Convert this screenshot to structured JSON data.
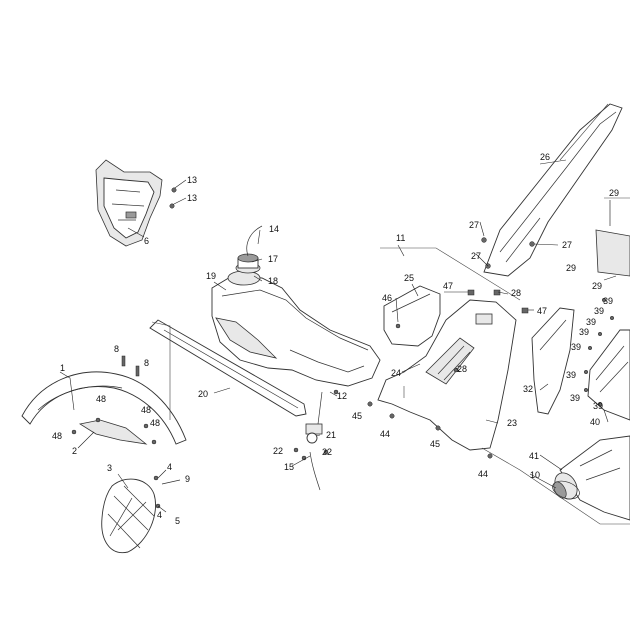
{
  "callouts": {
    "c1": "1",
    "c2": "2",
    "c3": "3",
    "c4a": "4",
    "c4b": "4",
    "c5": "5",
    "c6": "6",
    "c8a": "8",
    "c8b": "8",
    "c9": "9",
    "c10": "10",
    "c11": "11",
    "c12": "12",
    "c13a": "13",
    "c13b": "13",
    "c14": "14",
    "c15": "15",
    "c17": "17",
    "c18": "18",
    "c19": "19",
    "c20": "20",
    "c21": "21",
    "c22a": "22",
    "c22b": "22",
    "c23": "23",
    "c24": "24",
    "c25": "25",
    "c26": "26",
    "c27a": "27",
    "c27b": "27",
    "c27c": "27",
    "c28a": "28",
    "c28b": "28",
    "c29a": "29",
    "c29b": "29",
    "c29c": "29",
    "c32": "32",
    "c39a": "39",
    "c39b": "39",
    "c39c": "39",
    "c39d": "39",
    "c39e": "39",
    "c39f": "39",
    "c39g": "39",
    "c39h": "39",
    "c40": "40",
    "c41": "41",
    "c44a": "44",
    "c44b": "44",
    "c45a": "45",
    "c45b": "45",
    "c46": "46",
    "c47a": "47",
    "c47b": "47",
    "c48a": "48",
    "c48b": "48",
    "c48c": "48",
    "c48d": "48"
  }
}
